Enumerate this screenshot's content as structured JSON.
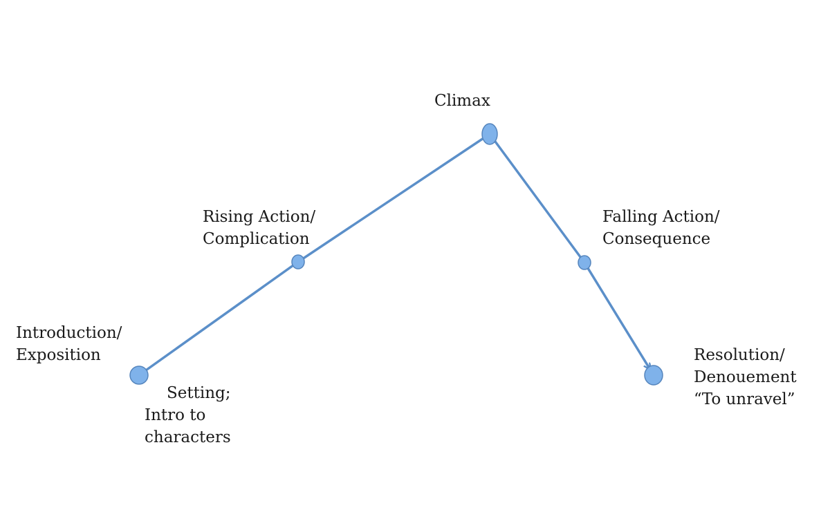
{
  "diagram": {
    "colors": {
      "line": "#5b8fc9",
      "node": "#7fb2ea",
      "node_edge": "#5585bd",
      "text": "#1a1a1a"
    },
    "nodes": [
      {
        "id": "introduction",
        "lines": [
          "Introduction/",
          "Exposition"
        ]
      },
      {
        "id": "setting",
        "lines": [
          "Setting;",
          "Intro to",
          "characters"
        ]
      },
      {
        "id": "rising",
        "lines": [
          "Rising Action/",
          "Complication"
        ]
      },
      {
        "id": "climax",
        "lines": [
          "Climax"
        ]
      },
      {
        "id": "falling",
        "lines": [
          "Falling Action/",
          "Consequence"
        ]
      },
      {
        "id": "resolution",
        "lines": [
          "Resolution/",
          "Denouement",
          "“To unravel”"
        ]
      }
    ],
    "edges": [
      {
        "from": "introduction",
        "to": "rising",
        "arrow": false
      },
      {
        "from": "rising",
        "to": "climax",
        "arrow": false
      },
      {
        "from": "climax",
        "to": "falling",
        "arrow": false
      },
      {
        "from": "falling",
        "to": "resolution",
        "arrow": true
      }
    ]
  }
}
